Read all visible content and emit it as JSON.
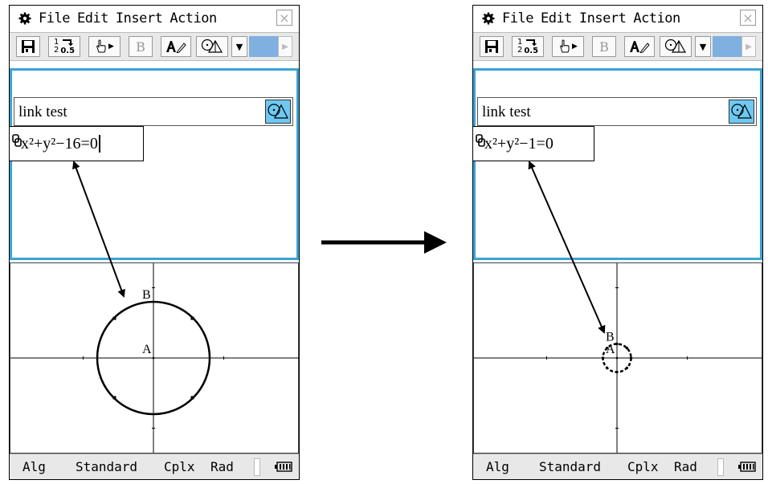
{
  "panels": [
    {
      "menu": {
        "items": [
          "File",
          "Edit",
          "Insert",
          "Action"
        ],
        "close": "×"
      },
      "toolbar": {
        "fraction_top": "1",
        "fraction_bottom": "2",
        "decimal": "0.5",
        "bold": "B",
        "play": "▶",
        "dropdown": "▼",
        "scroll_right": "▶"
      },
      "activity": {
        "strip_title": "link  test",
        "expression": "x²+y²−16=0"
      },
      "graph": {
        "point_center": "A",
        "point_top": "B",
        "radius": 4
      },
      "status": {
        "mode": "Alg",
        "format": "Standard",
        "complex": "Cplx",
        "angle": "Rad"
      }
    },
    {
      "menu": {
        "items": [
          "File",
          "Edit",
          "Insert",
          "Action"
        ],
        "close": "×"
      },
      "toolbar": {
        "fraction_top": "1",
        "fraction_bottom": "2",
        "decimal": "0.5",
        "bold": "B",
        "play": "▶",
        "dropdown": "▼",
        "scroll_right": "▶"
      },
      "activity": {
        "strip_title": "link  test",
        "expression": "x²+y²−1=0"
      },
      "graph": {
        "point_center": "A",
        "point_top": "B",
        "radius": 1
      },
      "status": {
        "mode": "Alg",
        "format": "Standard",
        "complex": "Cplx",
        "angle": "Rad"
      }
    }
  ]
}
